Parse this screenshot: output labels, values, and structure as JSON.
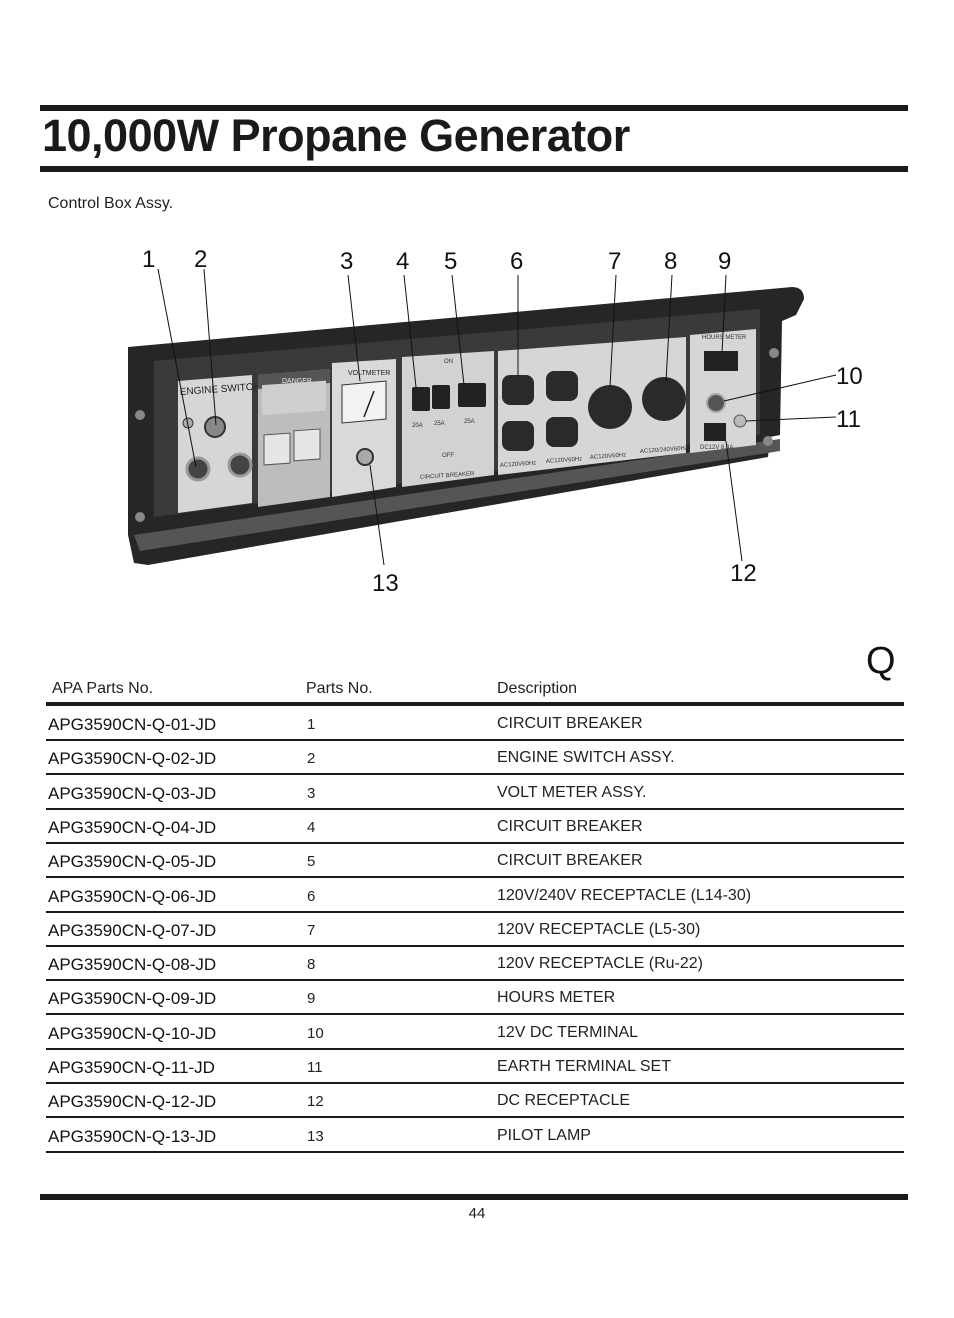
{
  "header": {
    "title": "10,000W Propane Generator"
  },
  "section": {
    "subtitle": "Control Box Assy.",
    "group_letter": "Q"
  },
  "figure": {
    "callouts": [
      "1",
      "2",
      "3",
      "4",
      "5",
      "6",
      "7",
      "8",
      "9",
      "10",
      "11",
      "12",
      "13"
    ],
    "panel_labels": {
      "engine_switch": "ENGINE SWITCH",
      "danger": "DANGER",
      "voltmeter": "VOLTMETER",
      "hours_meter": "HOURS METER",
      "circuit_breaker": "CIRCUIT BREAKER",
      "on": "ON",
      "off": "OFF",
      "breaker_ratings": [
        "20A",
        "25A",
        "25A"
      ],
      "receptacle_labels": [
        "AC120V60Hz",
        "AC120V60Hz",
        "AC120V60Hz",
        "AC120/240V60Hz"
      ],
      "dc_label": "DC12V 8.3A"
    }
  },
  "table": {
    "headers": {
      "apa": "APA Parts No.",
      "parts": "Parts No.",
      "desc": "Description"
    },
    "rows": [
      {
        "apa": "APG3590CN-Q-01-JD",
        "no": "1",
        "desc": "CIRCUIT BREAKER"
      },
      {
        "apa": "APG3590CN-Q-02-JD",
        "no": "2",
        "desc": "ENGINE SWITCH ASSY."
      },
      {
        "apa": "APG3590CN-Q-03-JD",
        "no": "3",
        "desc": "VOLT METER ASSY."
      },
      {
        "apa": "APG3590CN-Q-04-JD",
        "no": "4",
        "desc": "CIRCUIT BREAKER"
      },
      {
        "apa": "APG3590CN-Q-05-JD",
        "no": "5",
        "desc": "CIRCUIT BREAKER"
      },
      {
        "apa": "APG3590CN-Q-06-JD",
        "no": "6",
        "desc": "120V/240V RECEPTACLE (L14-30)"
      },
      {
        "apa": "APG3590CN-Q-07-JD",
        "no": "7",
        "desc": "120V RECEPTACLE (L5-30)"
      },
      {
        "apa": "APG3590CN-Q-08-JD",
        "no": "8",
        "desc": "120V RECEPTACLE (Ru-22)"
      },
      {
        "apa": "APG3590CN-Q-09-JD",
        "no": "9",
        "desc": "HOURS  METER"
      },
      {
        "apa": "APG3590CN-Q-10-JD",
        "no": "10",
        "desc": "12V DC TERMINAL"
      },
      {
        "apa": "APG3590CN-Q-11-JD",
        "no": "11",
        "desc": "EARTH TERMINAL SET"
      },
      {
        "apa": "APG3590CN-Q-12-JD",
        "no": "12",
        "desc": "DC RECEPTACLE"
      },
      {
        "apa": "APG3590CN-Q-13-JD",
        "no": "13",
        "desc": "PILOT LAMP"
      }
    ]
  },
  "footer": {
    "page_number": "44"
  },
  "colors": {
    "ink": "#1a1a1a",
    "panel": "#2b2b2b",
    "plate": "#d9d9d9"
  }
}
